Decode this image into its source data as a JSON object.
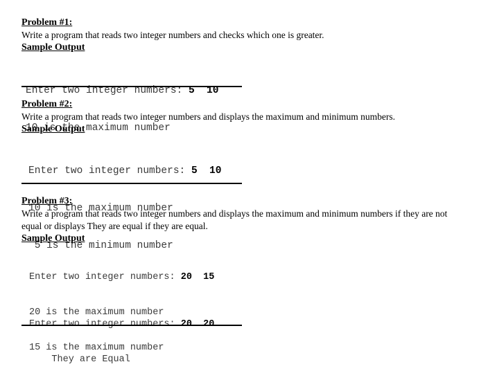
{
  "problems": [
    {
      "heading": "Problem #1:",
      "description": "Write a program that reads two integer numbers and checks which one is greater.",
      "sample_heading": "Sample Output",
      "output": {
        "prompt": "Enter two integer numbers: ",
        "input": "5  10",
        "lines": [
          "10 is the maximum number"
        ]
      }
    },
    {
      "heading": "Problem #2:",
      "description": "Write a program that reads two integer numbers and displays the maximum and minimum numbers.",
      "sample_heading": "Sample Output",
      "output": {
        "prompt": "Enter two integer numbers: ",
        "input": "5  10",
        "lines": [
          "10 is the maximum number",
          " 5 is the minimum number"
        ]
      }
    },
    {
      "heading": "Problem #3:",
      "description": "Write a program that reads two integer numbers and displays the maximum and minimum numbers if they are not equal or displays They are equal if they are equal.",
      "sample_heading": "Sample Output",
      "output": {
        "prompt": "Enter two integer numbers: ",
        "input": "20  15",
        "lines": [
          "20 is the maximum number",
          "15 is the maximum number"
        ]
      },
      "output2": {
        "prompt": "Enter two integer numbers: ",
        "input": "20  20",
        "lines": [
          "    They are Equal"
        ]
      }
    }
  ]
}
